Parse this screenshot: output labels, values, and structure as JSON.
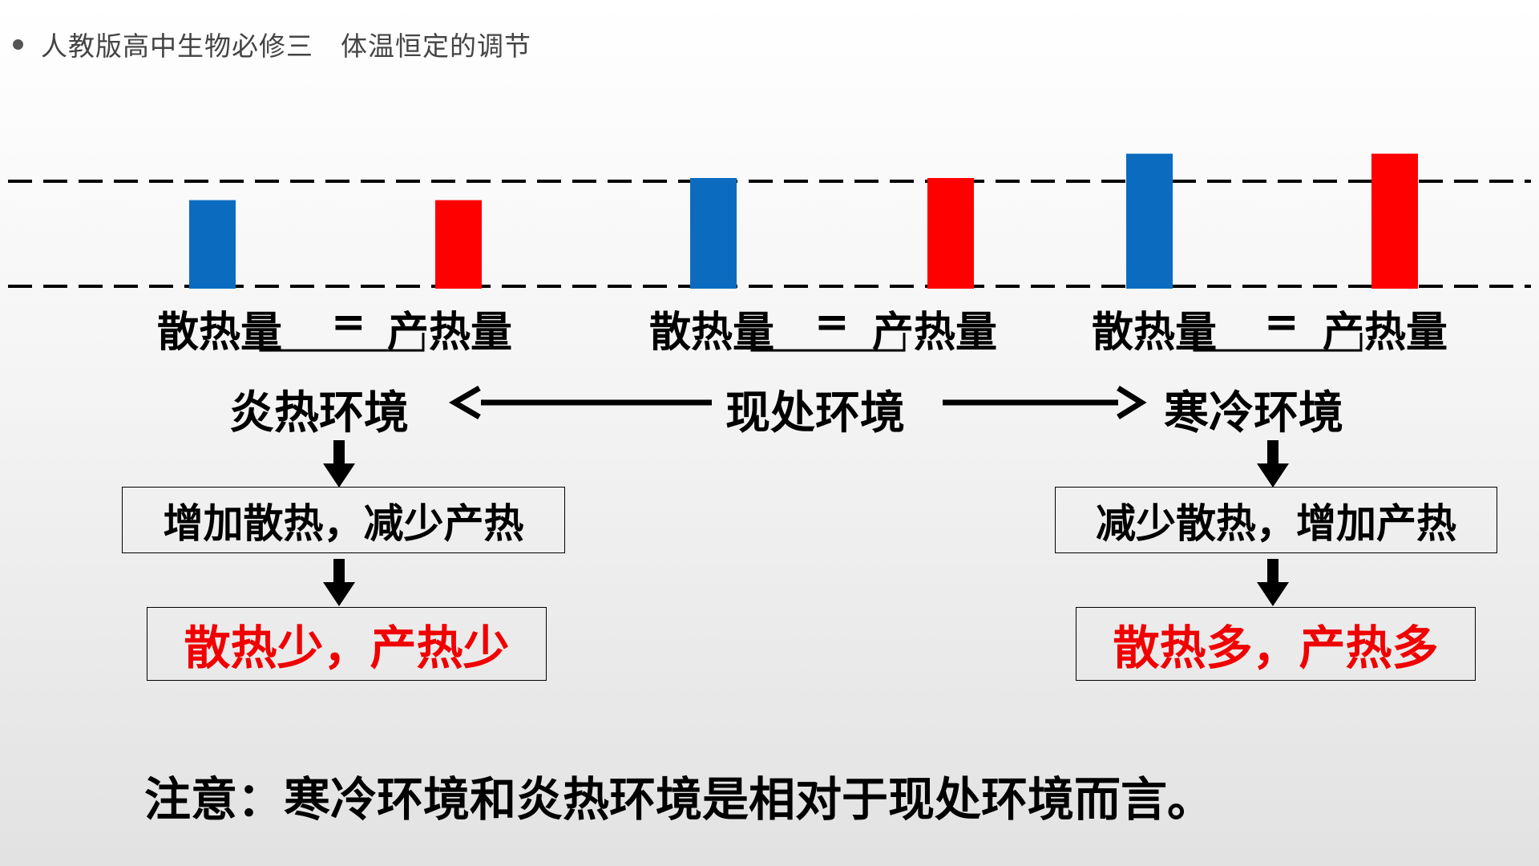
{
  "header": {
    "text": "人教版高中生物必修三　体温恒定的调节"
  },
  "colors": {
    "heat_loss": "#0b6cbf",
    "heat_production": "#ff0000",
    "result_text": "#f00000"
  },
  "chart_data": {
    "type": "bar",
    "groups": [
      {
        "heat_loss": 0.8,
        "heat_production": 0.8
      },
      {
        "heat_loss": 1.0,
        "heat_production": 1.0
      },
      {
        "heat_loss": 1.22,
        "heat_production": 1.22
      }
    ]
  },
  "equations": [
    {
      "left": "散热量",
      "op": "=",
      "right": "产热量"
    },
    {
      "left": "散热量",
      "op": "=",
      "right": "产热量"
    },
    {
      "left": "散热量",
      "op": "=",
      "right": "产热量"
    }
  ],
  "environments": {
    "hot": "炎热环境",
    "current": "现处环境",
    "cold": "寒冷环境"
  },
  "hot_branch": {
    "response": "增加散热，减少产热",
    "result": "散热少，产热少"
  },
  "cold_branch": {
    "response": "减少散热，增加产热",
    "result": "散热多，产热多"
  },
  "note": "注意：寒冷环境和炎热环境是相对于现处环境而言。"
}
